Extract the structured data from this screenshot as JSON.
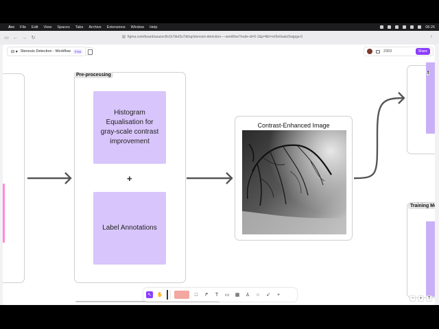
{
  "menubar": {
    "items": [
      "Arc",
      "File",
      "Edit",
      "View",
      "Spaces",
      "Tabs",
      "Archive",
      "Extensions",
      "Window",
      "Help"
    ],
    "clock": "06:26"
  },
  "browser": {
    "url": "figma.com/board/uaazoc8o1k7det3u7id/zg/stenosis-detection----workflow?node-id=0-1&p=f&t=roI9e0watz9sqpga-0"
  },
  "figma": {
    "file_title": "Stenosis Detection - Workflow",
    "plan_badge": "Free",
    "viewer_count": "2303",
    "share_label": "Share"
  },
  "canvas": {
    "preprocessing": {
      "label": "Pre-processing",
      "sticky_1": "Histogram Equalisation for gray-scale contrast improvement",
      "plus": "+",
      "sticky_2": "Label Annotations"
    },
    "image_card": {
      "caption": "Contrast-Enhanced Image"
    },
    "training_label": "Training Mo",
    "top_right_label": "t"
  },
  "toolbar": {
    "tools": [
      "move-tool",
      "hand-tool",
      "pen-tool",
      "marker-tool",
      "shape-tool",
      "connector-tool",
      "text-tool",
      "sticky-tool",
      "table-tool",
      "stamp-tool",
      "comment-tool",
      "lasso-tool",
      "more-tool"
    ]
  },
  "zoom": {
    "minus": "−",
    "plus": "+",
    "help": "?"
  },
  "colors": {
    "accent": "#8b3dff",
    "sticky": "#d8c5fb",
    "connector": "#555555"
  }
}
